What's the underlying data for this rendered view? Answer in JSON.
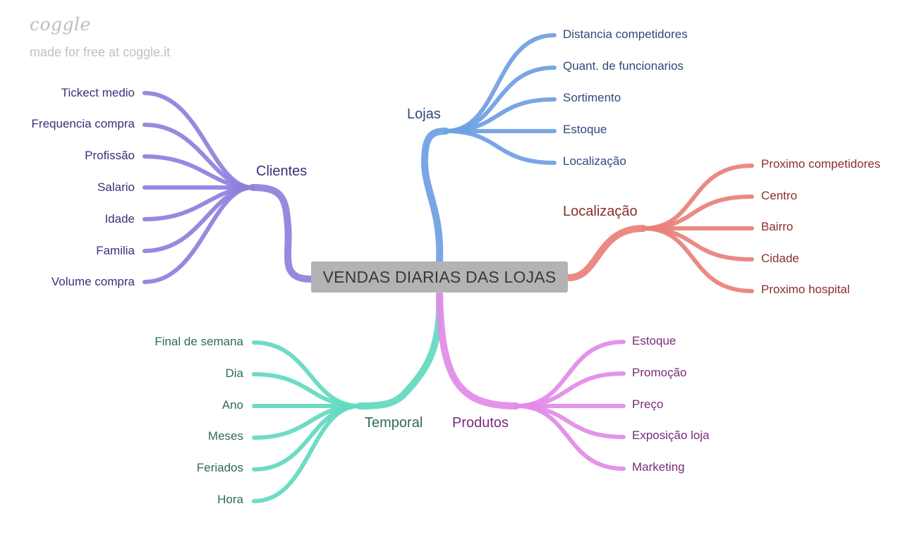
{
  "watermark": {
    "logo": "coggle",
    "subtitle": "made for free at coggle.it"
  },
  "root": {
    "label": "VENDAS DIARIAS DAS LOJAS"
  },
  "branches": {
    "clientes": {
      "label": "Clientes",
      "color": "#8e7fdc",
      "items": [
        "Tickect medio",
        "Frequencia compra",
        "Profissão",
        "Salario",
        "Idade",
        "Familia",
        "Volume compra"
      ]
    },
    "lojas": {
      "label": "Lojas",
      "color": "#6e9ee2",
      "items": [
        "Distancia competidores",
        "Quant. de funcionarios",
        "Sortimento",
        "Estoque",
        "Localização"
      ]
    },
    "localizacao": {
      "label": "Localização",
      "color": "#e8807a",
      "items": [
        "Proximo competidores",
        "Centro",
        "Bairro",
        "Cidade",
        "Proximo hospital"
      ]
    },
    "temporal": {
      "label": "Temporal",
      "color": "#62d9c0",
      "items": [
        "Final de semana",
        "Dia",
        "Ano",
        "Meses",
        "Feriados",
        "Hora"
      ]
    },
    "produtos": {
      "label": "Produtos",
      "color": "#e28ae8",
      "items": [
        "Estoque",
        "Promoção",
        "Preço",
        "Exposição loja",
        "Marketing"
      ]
    }
  }
}
